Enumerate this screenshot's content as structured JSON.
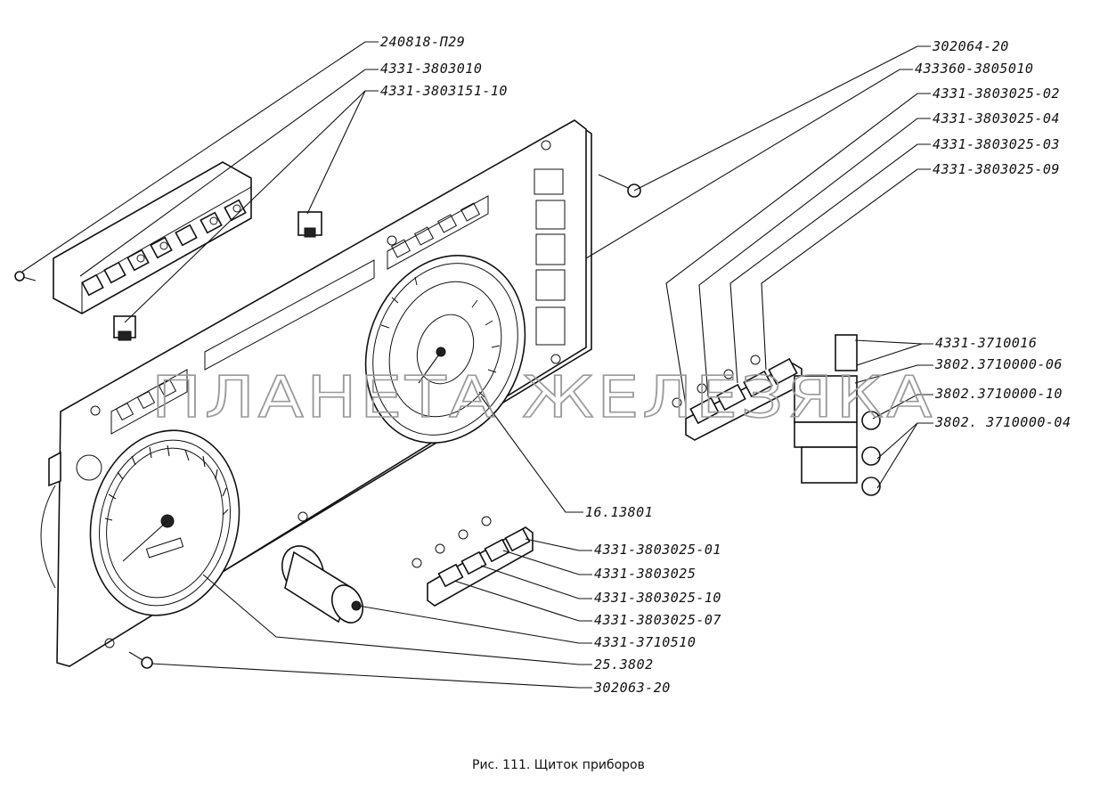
{
  "labels": {
    "l01": "240818-П29",
    "l02": "4331-3803010",
    "l03": "4331-3803151-10",
    "l04": "302064-20",
    "l05": "433360-3805010",
    "l06": "4331-3803025-02",
    "l07": "4331-3803025-04",
    "l08": "4331-3803025-03",
    "l09": "4331-3803025-09",
    "l10": "4331-3710016",
    "l11": "3802.3710000-06",
    "l12": "3802.3710000-10",
    "l13": "3802. 3710000-04",
    "l14": "16.13801",
    "l15": "4331-3803025-01",
    "l16": "4331-3803025",
    "l17": "4331-3803025-10",
    "l18": "4331-3803025-07",
    "l19": "4331-3710510",
    "l20": "25.3802",
    "l21": "302063-20"
  },
  "watermark": "ПЛАНЕТА ЖЕЛЕЗЯКА",
  "caption": "Рис. 111. Щиток приборов"
}
